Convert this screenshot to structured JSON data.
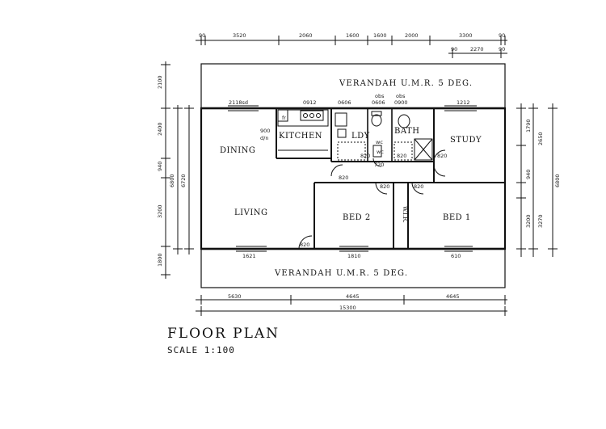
{
  "plan": {
    "verandah_top": "VERANDAH U.M.R. 5 DEG.",
    "verandah_bottom": "VERANDAH U.M.R. 5 DEG.",
    "rooms": {
      "dining": "DINING",
      "living": "LIVING",
      "kitchen": "KITCHEN",
      "lby": "LDY",
      "bath": "BATH",
      "study": "STUDY",
      "bed2": "BED 2",
      "bed1": "BED 1",
      "wir": "W.I.R."
    },
    "top_dims_outer": [
      "90",
      "3520",
      "2060",
      "1600",
      "1600",
      "2000",
      "3300",
      "90"
    ],
    "top_dims_inner": [
      "90",
      "2270",
      "90"
    ],
    "window_labels_top": [
      "2118sd",
      "0912",
      "0606",
      "0606",
      "0900",
      "1212"
    ],
    "obs_labels": [
      "obs",
      "obs"
    ],
    "fr_label": "fr",
    "kitchen_note": [
      "900",
      "d/n"
    ],
    "door_labels": [
      "820",
      "820",
      "720",
      "820",
      "820",
      "820",
      "820",
      "820",
      "820"
    ],
    "wc_labels": [
      "wc",
      "wc"
    ],
    "bottom_window_labels": [
      "1621",
      "1810",
      "610"
    ],
    "left_dims": [
      "2100",
      "2400",
      "940",
      "3200",
      "1800"
    ],
    "left_dims_outer": [
      "6800",
      "6720"
    ],
    "right_dims": [
      "1790",
      "2650",
      "940",
      "3200",
      "3270"
    ],
    "right_dims_outer": [
      "6800"
    ],
    "bottom_dims": [
      "5630",
      "4645",
      "4645"
    ],
    "bottom_total": "15300"
  },
  "title": {
    "name": "FLOOR PLAN",
    "scale": "SCALE 1:100"
  }
}
